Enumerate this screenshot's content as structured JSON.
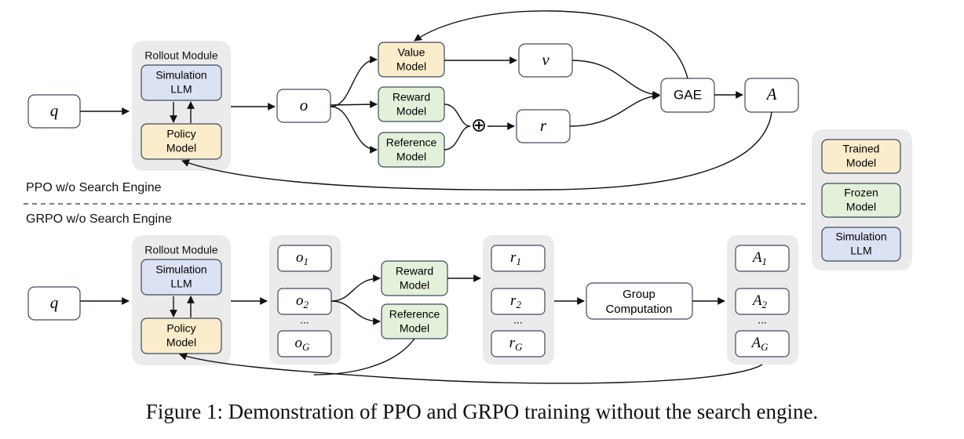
{
  "colors": {
    "trained": "#fbeccb",
    "frozen": "#e3f0da",
    "simulation": "#dbe2f3",
    "module_bg": "#ebebeb",
    "stroke": "#3d4a5c"
  },
  "ppo": {
    "section_label": "PPO w/o Search Engine",
    "query": "q",
    "rollout_title": "Rollout Module",
    "simulation_llm": [
      "Simulation",
      "LLM"
    ],
    "policy_model": [
      "Policy",
      "Model"
    ],
    "output": "o",
    "value_model": [
      "Value",
      "Model"
    ],
    "reward_model": [
      "Reward",
      "Model"
    ],
    "reference_model": [
      "Reference",
      "Model"
    ],
    "plus_symbol": "⊕",
    "value": "v",
    "reward": "r",
    "gae": "GAE",
    "advantage": "A"
  },
  "grpo": {
    "section_label": "GRPO w/o Search Engine",
    "query": "q",
    "rollout_title": "Rollout Module",
    "simulation_llm": [
      "Simulation",
      "LLM"
    ],
    "policy_model": [
      "Policy",
      "Model"
    ],
    "outputs": [
      "o",
      "o",
      "o"
    ],
    "output_subs": [
      "1",
      "2",
      "G"
    ],
    "reward_model": [
      "Reward",
      "Model"
    ],
    "reference_model": [
      "Reference",
      "Model"
    ],
    "rewards": [
      "r",
      "r",
      "r"
    ],
    "reward_subs": [
      "1",
      "2",
      "G"
    ],
    "group_computation": [
      "Group",
      "Computation"
    ],
    "advantages": [
      "A",
      "A",
      "A"
    ],
    "advantage_subs": [
      "1",
      "2",
      "G"
    ],
    "ellipsis": "..."
  },
  "legend": {
    "trained": [
      "Trained",
      "Model"
    ],
    "frozen": [
      "Frozen",
      "Model"
    ],
    "simulation": [
      "Simulation",
      "LLM"
    ]
  },
  "caption": "Figure 1: Demonstration of PPO and GRPO training without the search engine."
}
